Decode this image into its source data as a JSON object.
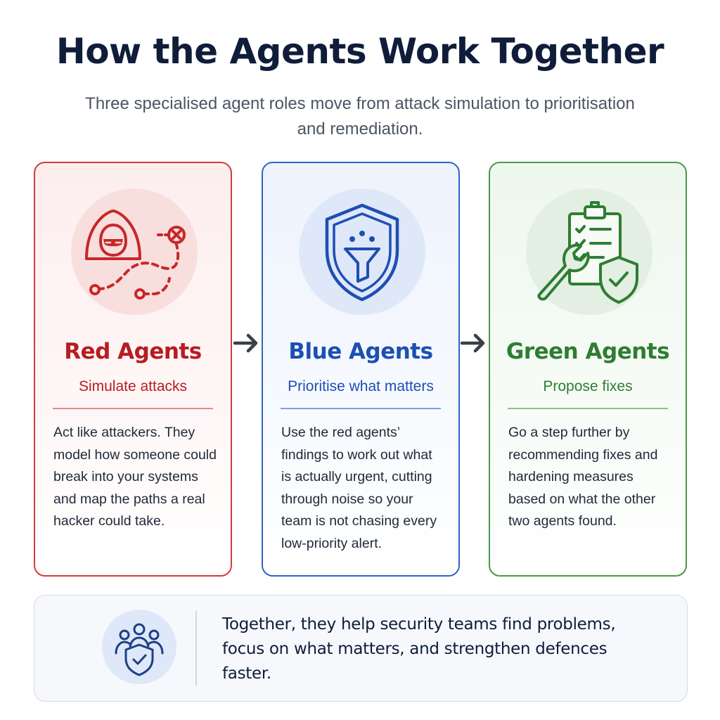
{
  "header": {
    "title": "How the Agents Work Together",
    "subtitle": "Three specialised agent roles move from attack simulation to prioritisation and remediation."
  },
  "cards": [
    {
      "title": "Red Agents",
      "subtitle": "Simulate attacks",
      "body": "Act like attackers. They model how someone could break into your systems and map the paths a real hacker could take.",
      "icon": "hooded-hacker-attack-path-icon",
      "color": "#b71c22"
    },
    {
      "title": "Blue Agents",
      "subtitle": "Prioritise what matters",
      "body": "Use the red agents’ findings to work out what is actually urgent, cutting through noise so your team is not chasing every low-priority alert.",
      "icon": "shield-funnel-icon",
      "color": "#1d4fb3"
    },
    {
      "title": "Green Agents",
      "subtitle": "Propose fixes",
      "body": "Go a step further by recommending fixes and hardening measures based on what the other two agents found.",
      "icon": "wrench-checklist-shield-icon",
      "color": "#2e7d32"
    }
  ],
  "arrows": [
    "arrow-right-icon",
    "arrow-right-icon"
  ],
  "summary": {
    "text": "Together, they help security teams find problems, focus on what matters, and strengthen defences faster.",
    "icon": "team-shield-icon"
  }
}
